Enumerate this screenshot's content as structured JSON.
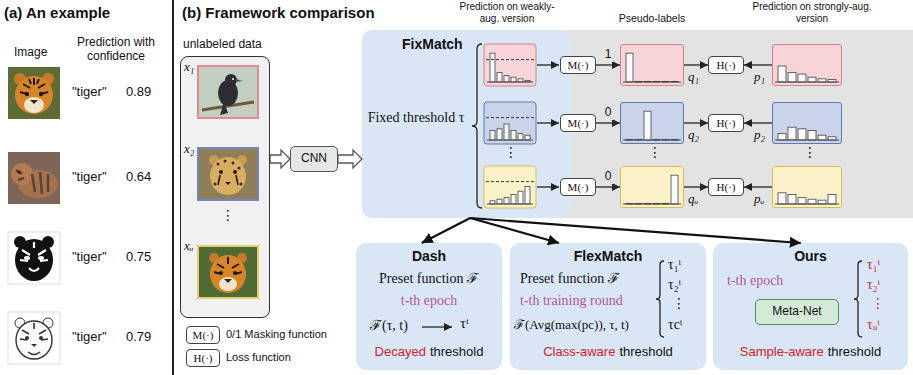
{
  "diagram": {
    "nodes": [
      {
        "text": [
          "unlabeled data",
          "x₁",
          "x₂",
          "⋮",
          "xᵤ"
        ]
      },
      {
        "text": [
          "CNN"
        ]
      },
      {
        "text": [
          "FixMatch",
          "Fixed threshold τ"
        ]
      },
      {
        "text": [
          "M(·)"
        ]
      },
      {
        "text": [
          "q₁"
        ]
      },
      {
        "text": [
          "H(·)"
        ]
      },
      {
        "text": [
          "p₁"
        ]
      },
      {
        "text": [
          "M(·)"
        ]
      },
      {
        "text": [
          "q₂"
        ]
      },
      {
        "text": [
          "H(·)"
        ]
      },
      {
        "text": [
          "p₂"
        ]
      },
      {
        "text": [
          "M(·)"
        ]
      },
      {
        "text": [
          "qᵤ"
        ]
      },
      {
        "text": [
          "H(·)"
        ]
      },
      {
        "text": [
          "pᵤ"
        ]
      },
      {
        "text": [
          "Dash",
          "Preset function ℱ",
          "t-th epoch",
          "ℱ(τ, t)",
          "τᵗ",
          "Decayed",
          "threshold"
        ]
      },
      {
        "text": [
          "FlexMatch",
          "Preset function ℱ",
          "t-th training round",
          "ℱ(Avg(max(pc)), τ, t)",
          "τ₁ᵗ",
          "τ₂ᵗ",
          "⋮",
          "τcᵗ",
          "Class-aware",
          "threshold"
        ]
      },
      {
        "text": [
          "Ours",
          "t-th epoch",
          "τ₁ᵗ",
          "τ₂ᵗ",
          "⋮",
          "τᵤᵗ",
          "Sample-aware",
          "threshold"
        ]
      },
      {
        "text": [
          "Meta-Net"
        ],
        "in": 17
      }
    ],
    "edges": [
      {
        "from": 0,
        "to": 1,
        "arrow": "to"
      },
      {
        "from": 1,
        "to": 2,
        "arrow": "to"
      },
      {
        "from": 2,
        "to": 15,
        "arrow": "to"
      },
      {
        "from": 2,
        "to": 16,
        "arrow": "to"
      },
      {
        "from": 2,
        "to": 17,
        "arrow": "to"
      },
      {
        "from": 3,
        "to": 4,
        "arrow": "to",
        "label": "1"
      },
      {
        "from": 7,
        "to": 8,
        "arrow": "to",
        "label": "0"
      },
      {
        "from": 11,
        "to": 12,
        "arrow": "to",
        "label": "0"
      },
      {
        "from": 4,
        "to": 5,
        "arrow": "to"
      },
      {
        "from": 6,
        "to": 5,
        "arrow": "to"
      },
      {
        "from": 8,
        "to": 9,
        "arrow": "to"
      },
      {
        "from": 10,
        "to": 9,
        "arrow": "to"
      },
      {
        "from": 12,
        "to": 13,
        "arrow": "to"
      },
      {
        "from": 14,
        "to": 13,
        "arrow": "to"
      }
    ],
    "labels": [
      "(a) An example",
      "Image",
      "Prediction with confidence",
      "\"tiger\"",
      "0.89",
      "\"tiger\"",
      "0.64",
      "\"tiger\"",
      "0.75",
      "\"tiger\"",
      "0.79",
      "(b) Framework comparison",
      "Prediction on weakly-aug. version",
      "Pseudo-labels",
      "Prediction on strongly-aug. version",
      "⋮",
      "⋮",
      "⋮",
      "M(·)",
      "0/1 Masking function",
      "H(·)",
      "Loss function"
    ]
  }
}
